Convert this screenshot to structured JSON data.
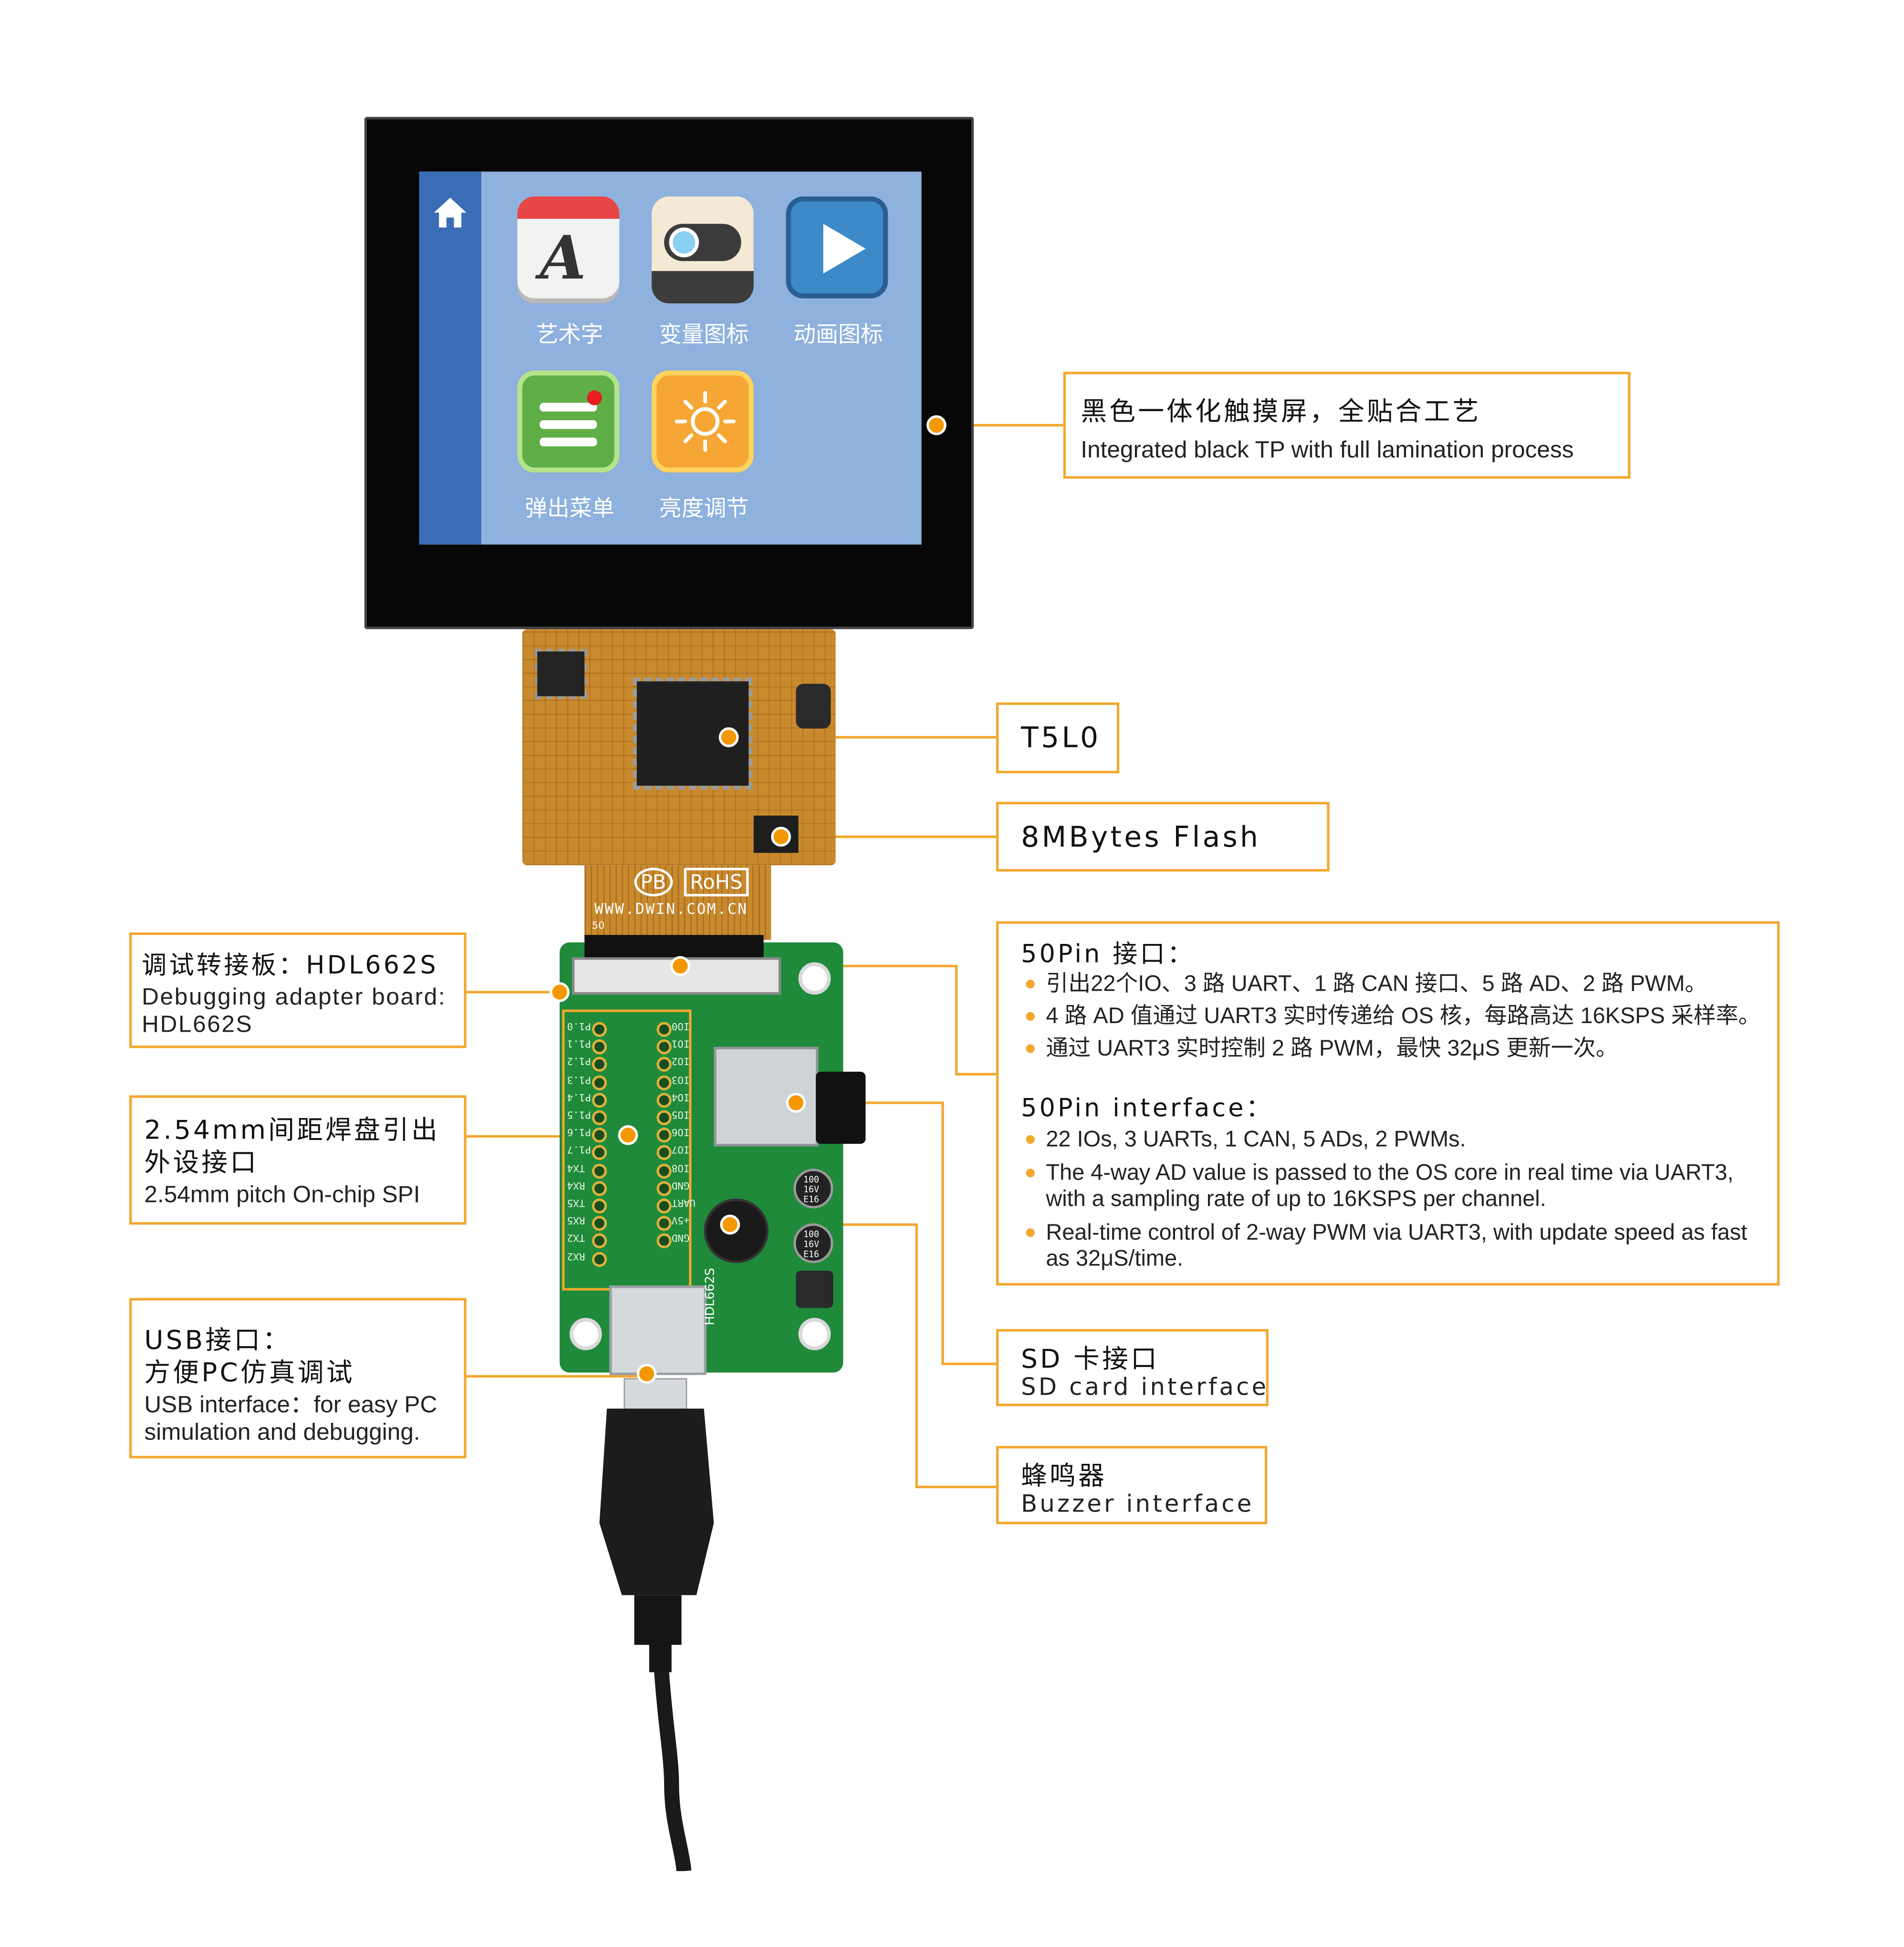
{
  "screen": {
    "apps": [
      {
        "label": "艺术字",
        "icon": "art-text-icon"
      },
      {
        "label": "变量图标",
        "icon": "variable-icon"
      },
      {
        "label": "动画图标",
        "icon": "animation-icon"
      },
      {
        "label": "弹出菜单",
        "icon": "popup-menu-icon"
      },
      {
        "label": "亮度调节",
        "icon": "brightness-icon"
      }
    ],
    "sidebar_icon": "home-icon"
  },
  "fpc": {
    "marks": [
      "PB",
      "RoHS"
    ],
    "url": "WWW.DWIN.COM.CN",
    "pin_no": "50"
  },
  "board": {
    "model": "HDL662S",
    "cap_text": [
      "100",
      "16V",
      "E16"
    ],
    "pin_labels_left": [
      "P1.0",
      "P1.1",
      "P1.2",
      "P1.3",
      "P1.4",
      "P1.5",
      "P1.6",
      "P1.7",
      "TX4",
      "RX4",
      "TX5",
      "RX5",
      "TX2",
      "RX2"
    ],
    "pin_labels_right": [
      "IO0",
      "IO1",
      "IO2",
      "IO3",
      "IO4",
      "IO5",
      "IO6",
      "IO7",
      "IO8",
      "GND",
      "UART",
      "+5V",
      "GND"
    ]
  },
  "callouts": {
    "tp": {
      "cn": "黑色一体化触摸屏，全贴合工艺",
      "en": "Integrated black TP with full lamination process"
    },
    "cpu": {
      "en": "T5L0"
    },
    "flash": {
      "en": "8MBytes Flash"
    },
    "adapter": {
      "cn": "调试转接板：HDL662S",
      "en": "Debugging adapter board: HDL662S"
    },
    "pitch": {
      "cn_line1": "2.54mm间距焊盘引出",
      "cn_line2": "外设接口",
      "en": "2.54mm pitch On-chip SPI"
    },
    "usb": {
      "cn_line1": "USB接口：",
      "cn_line2": "方便PC仿真调试",
      "en": "USB interface：for easy PC simulation and debugging."
    },
    "pin50": {
      "cn_title": "50Pin 接口：",
      "cn_bullets": [
        "引出22个IO、3 路 UART、1 路 CAN 接口、5 路 AD、2 路 PWM。",
        "4 路 AD 值通过 UART3 实时传递给 OS 核，每路高达 16KSPS 采样率。",
        "通过 UART3 实时控制 2 路 PWM，最快 32μS 更新一次。"
      ],
      "en_title": "50Pin interface：",
      "en_bullets": [
        "22 IOs, 3 UARTs, 1 CAN, 5 ADs, 2 PWMs.",
        "The 4-way AD value is passed to the OS core in real time via UART3, with a sampling rate of up to 16KSPS per channel.",
        "Real-time control of 2-way PWM via UART3, with update speed as fast as 32μS/time."
      ]
    },
    "sd": {
      "cn": "SD 卡接口",
      "en": "SD card interface"
    },
    "buzzer": {
      "cn": "蜂鸣器",
      "en": "Buzzer interface"
    }
  },
  "colors": {
    "accent": "#f3a72c",
    "lcd_bg": "#8eb1dd",
    "lcd_sidebar": "#3a6db5",
    "pcb_green": "#1f8a3a",
    "fpc_gold": "#c98a2e"
  }
}
